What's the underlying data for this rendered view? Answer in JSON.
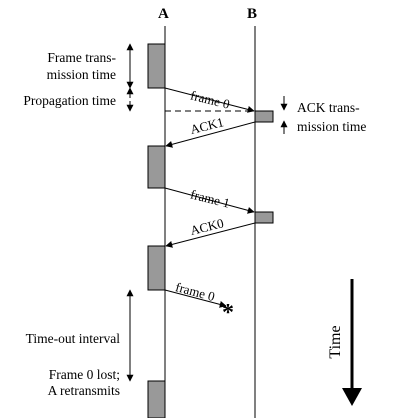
{
  "nodes": {
    "a": "A",
    "b": "B"
  },
  "labels": {
    "frame_tx_line1": "Frame trans-",
    "frame_tx_line2": "mission time",
    "propagation": "Propagation time",
    "ack_tx_line1": "ACK trans-",
    "ack_tx_line2": "mission time",
    "timeout": "Time-out interval",
    "lost_line1": "Frame 0 lost;",
    "lost_line2": "A retransmits",
    "time_axis": "Time"
  },
  "messages": {
    "frame0": "frame 0",
    "ack1": "ACK1",
    "frame1": "frame 1",
    "ack0": "ACK0",
    "frame0_retry": "frame 0"
  },
  "symbols": {
    "loss_mark": "*"
  },
  "colors": {
    "block_fill": "#999999",
    "line": "#000000"
  }
}
